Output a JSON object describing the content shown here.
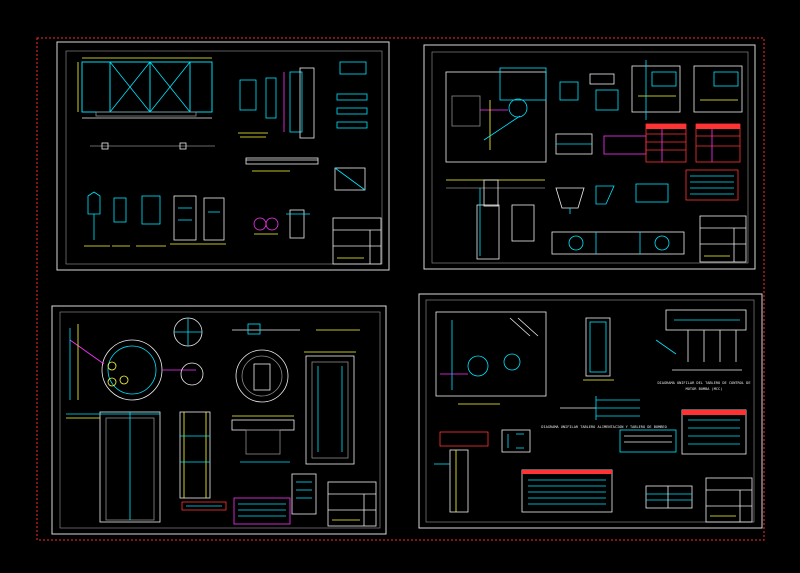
{
  "colors": {
    "background": "#000000",
    "sheet_border": "#d9d9d9",
    "layout_boundary": "#ff2a2a",
    "cyan": "#00e5ff",
    "yellow": "#ffff33",
    "magenta": "#ff33ff",
    "red": "#ff3333",
    "white": "#eeeeee",
    "gray": "#8c8c8c",
    "green": "#33ff66"
  },
  "notes": {
    "sheet4_title": "DIAGRAMA UNIFILAR TABLERO ALIMENTACION Y TABLERO DE BOMBEO",
    "sheet4_diagram_caption_1": "DIAGRAMA UNIFILAR DEL TABLERO DE CONTROL DE",
    "sheet4_diagram_caption_2": "MOTOR BOMBA (MCC)"
  }
}
